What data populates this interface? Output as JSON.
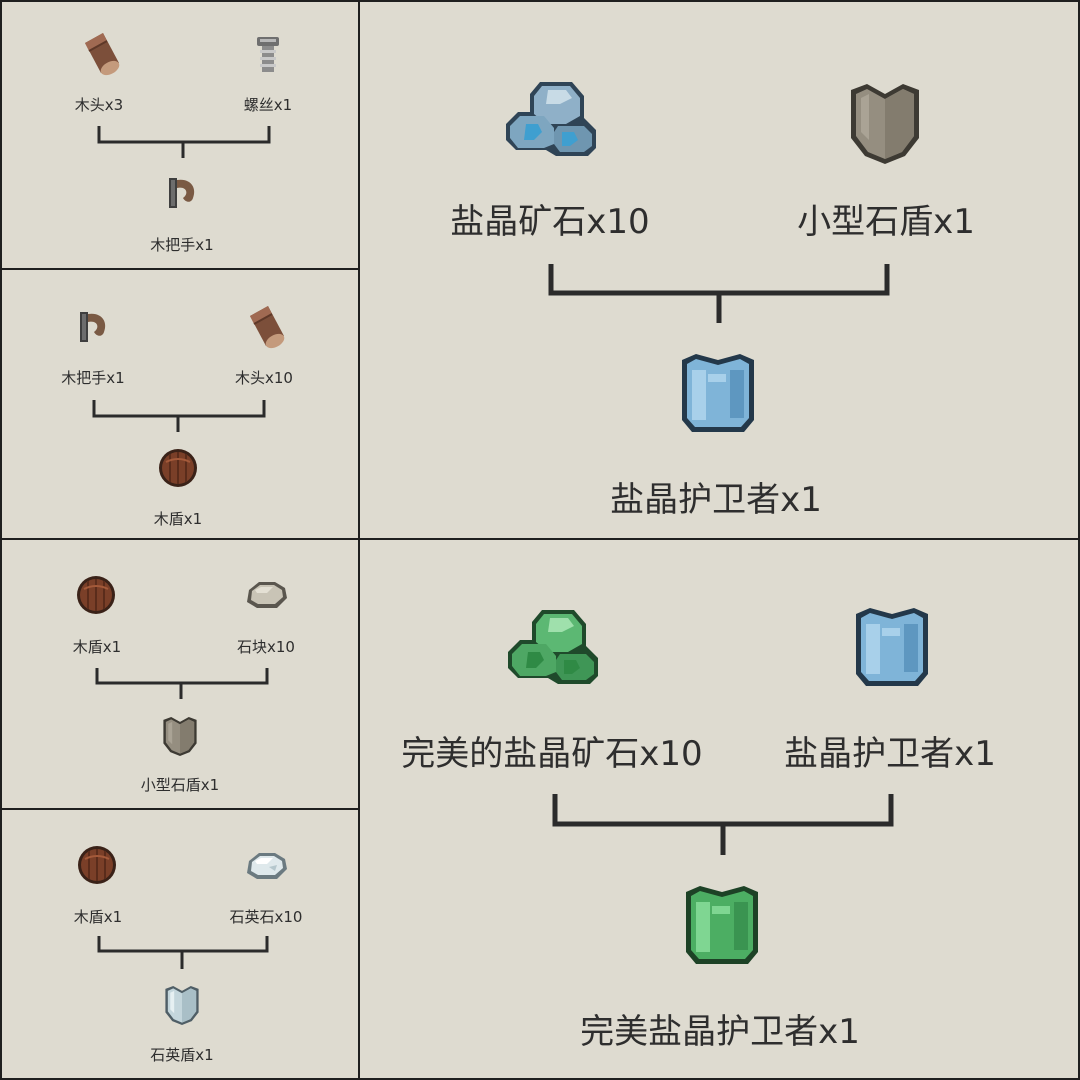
{
  "recipes": [
    {
      "inputs": [
        {
          "icon": "wood-log-icon",
          "label": "木头x3"
        },
        {
          "icon": "screw-icon",
          "label": "螺丝x1"
        }
      ],
      "output": {
        "icon": "wooden-handle-icon",
        "label": "木把手x1"
      }
    },
    {
      "inputs": [
        {
          "icon": "wooden-handle-icon",
          "label": "木把手x1"
        },
        {
          "icon": "wood-log-icon",
          "label": "木头x10"
        }
      ],
      "output": {
        "icon": "wooden-shield-icon",
        "label": "木盾x1"
      }
    },
    {
      "inputs": [
        {
          "icon": "salt-crystal-ore-icon",
          "label": "盐晶矿石x10"
        },
        {
          "icon": "small-stone-shield-icon",
          "label": "小型石盾x1"
        }
      ],
      "output": {
        "icon": "salt-crystal-guardian-icon",
        "label": "盐晶护卫者x1"
      }
    },
    {
      "inputs": [
        {
          "icon": "wooden-shield-icon",
          "label": "木盾x1"
        },
        {
          "icon": "stone-block-icon",
          "label": "石块x10"
        }
      ],
      "output": {
        "icon": "small-stone-shield-icon",
        "label": "小型石盾x1"
      }
    },
    {
      "inputs": [
        {
          "icon": "wooden-shield-icon",
          "label": "木盾x1"
        },
        {
          "icon": "quartz-icon",
          "label": "石英石x10"
        }
      ],
      "output": {
        "icon": "quartz-shield-icon",
        "label": "石英盾x1"
      }
    },
    {
      "inputs": [
        {
          "icon": "perfect-salt-crystal-ore-icon",
          "label": "完美的盐晶矿石x10"
        },
        {
          "icon": "salt-crystal-guardian-icon",
          "label": "盐晶护卫者x1"
        }
      ],
      "output": {
        "icon": "perfect-salt-crystal-guardian-icon",
        "label": "完美盐晶护卫者x1"
      }
    }
  ],
  "colors": {
    "background": "#dedbd0",
    "border": "#1f1f1f",
    "salt_blue": "#7fb4d8",
    "perfect_green": "#4cae63",
    "wood": "#7a4a30",
    "stone": "#8d877a"
  }
}
